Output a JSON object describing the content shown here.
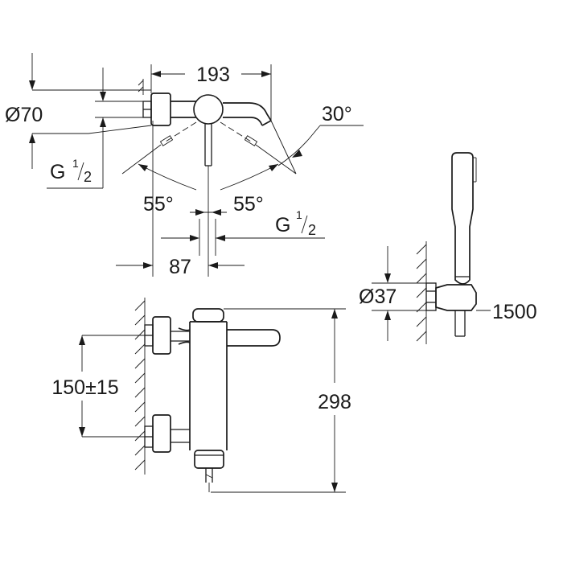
{
  "top_view": {
    "width": "193",
    "diameter": "Ø70",
    "angle_swivel": "30°",
    "angle_left": "55°",
    "angle_right": "55°",
    "inlet_left": {
      "letter": "G",
      "num": "1",
      "den": "2"
    },
    "inlet_bottom": {
      "letter": "G",
      "num": "1",
      "den": "2"
    },
    "offset": "87"
  },
  "front_view": {
    "center_distance": "150±15",
    "height": "298"
  },
  "hand_shower": {
    "diameter": "Ø37",
    "hose_length": "1500"
  }
}
